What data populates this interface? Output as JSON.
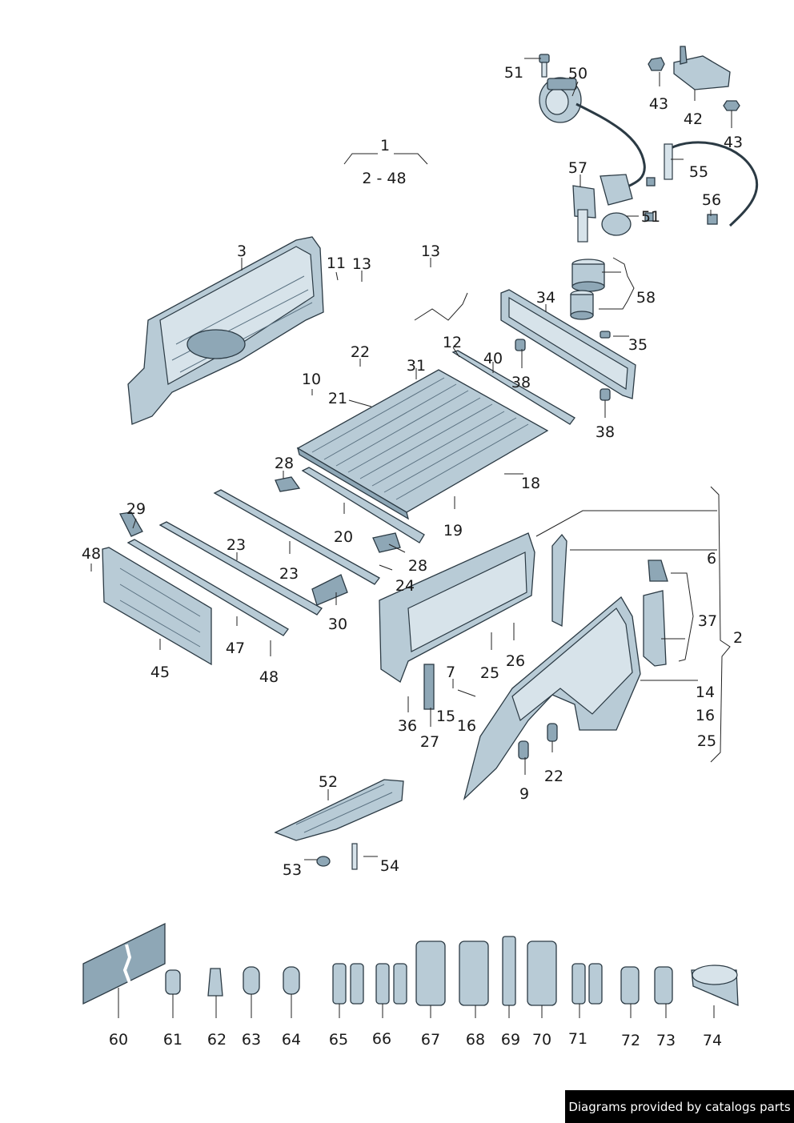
{
  "labels": [
    "1",
    "2 - 48",
    "2",
    "3",
    "6",
    "7",
    "9",
    "10",
    "11",
    "12",
    "13",
    "13",
    "14",
    "15",
    "16",
    "16",
    "18",
    "19",
    "20",
    "21",
    "22",
    "22",
    "23",
    "23",
    "24",
    "25",
    "25",
    "26",
    "27",
    "28",
    "28",
    "29",
    "30",
    "31",
    "34",
    "35",
    "36",
    "37",
    "38",
    "38",
    "40",
    "42",
    "43",
    "43",
    "45",
    "47",
    "48",
    "48",
    "50",
    "51",
    "51",
    "52",
    "53",
    "54",
    "55",
    "56",
    "57",
    "58",
    "60",
    "61",
    "62",
    "63",
    "64",
    "65",
    "66",
    "67",
    "68",
    "69",
    "70",
    "71",
    "72",
    "73",
    "74"
  ],
  "credit": "Diagrams provided by catalogs parts"
}
